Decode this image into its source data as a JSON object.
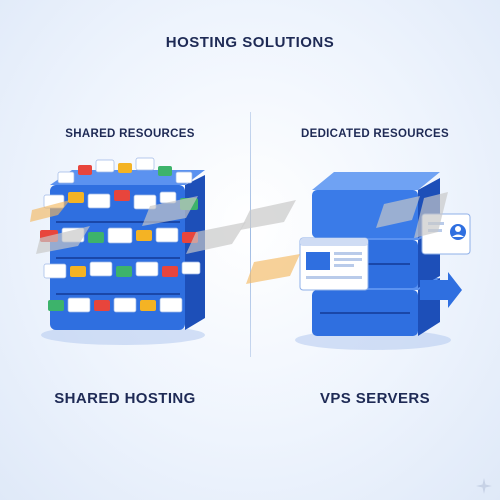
{
  "title": "HOSTING SOLUTIONS",
  "left": {
    "heading": "SHARED RESOURCES",
    "label": "SHARED HOSTING"
  },
  "right": {
    "heading": "DEDICATED RESOURCES",
    "label": "VPS SERVERS"
  },
  "colors": {
    "text": "#1e2a55",
    "server_blue": "#2f6fe0",
    "server_dark": "#1d4fb8",
    "watermark_gray": "#c8c8c8",
    "watermark_orange": "#f4b860",
    "card_red": "#e8453c",
    "card_yellow": "#f4b324",
    "card_green": "#3db36b"
  },
  "icons": [
    "server-stack-icon",
    "vps-server-icon",
    "browser-window-icon",
    "user-profile-icon",
    "arrow-right-icon",
    "sparkle-icon"
  ]
}
